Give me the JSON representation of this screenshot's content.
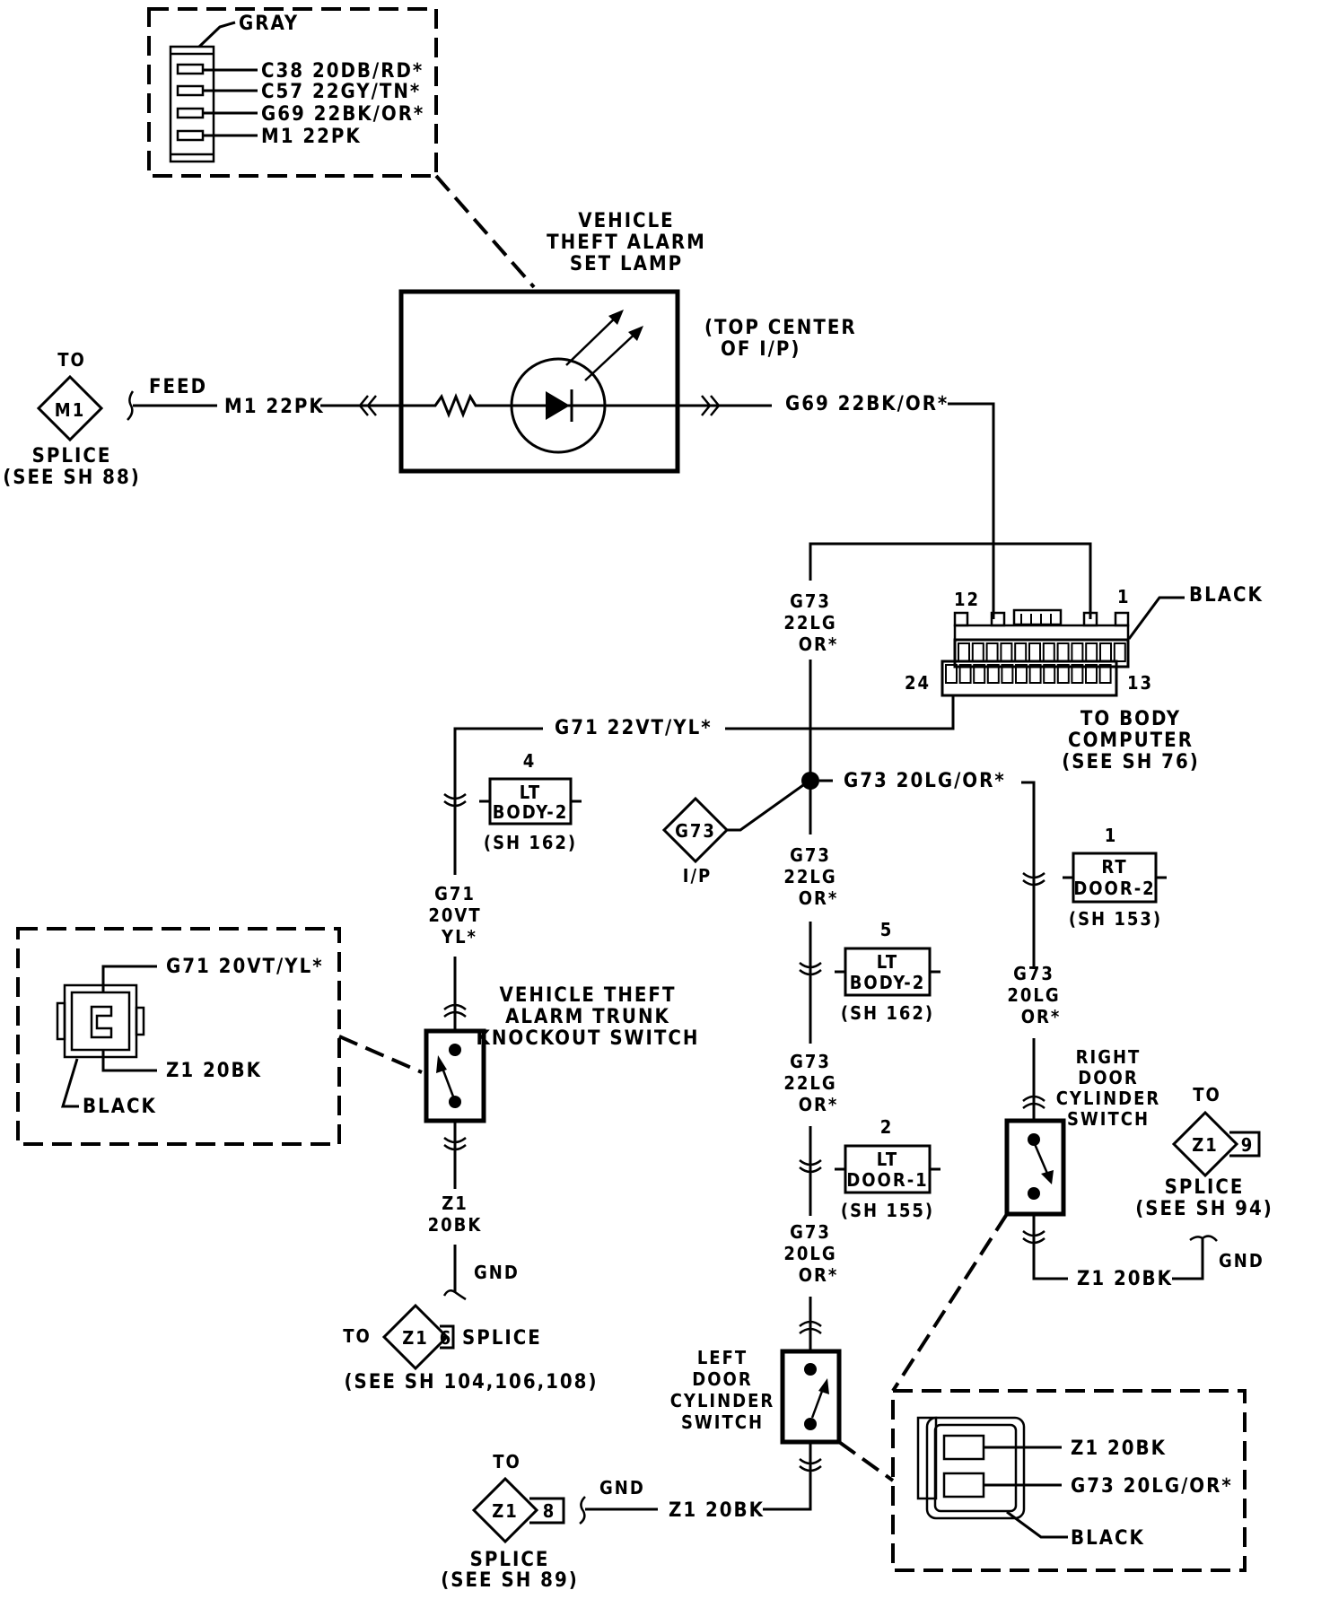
{
  "diagram": {
    "title": "Vehicle Theft Alarm Set Lamp / Cylinder Switch Wiring",
    "lamp": {
      "name_lines": [
        "VEHICLE",
        "THEFT ALARM",
        "SET LAMP"
      ],
      "location_lines": [
        "(TOP CENTER",
        "OF I/P)"
      ]
    },
    "lamp_connector": {
      "color": "GRAY",
      "pins": [
        "C38 20DB/RD*",
        "C57 22GY/TN*",
        "G69 22BK/OR*",
        "M1 22PK"
      ]
    },
    "feed": {
      "to_label": "TO",
      "splice_id": "M1",
      "splice_lines": [
        "SPLICE",
        "(SEE SH 88)"
      ],
      "feed_label": "FEED",
      "wire": "M1 22PK"
    },
    "g69_wire": "G69 22BK/OR*",
    "body_computer": {
      "connector_color": "BLACK",
      "pin_labels": {
        "p12": "12",
        "p1": "1",
        "p24": "24",
        "p13": "13"
      },
      "label_lines": [
        "TO BODY",
        "COMPUTER",
        "(SEE SH 76)"
      ]
    },
    "g73_top": [
      "G73",
      "22LG",
      "OR*"
    ],
    "g71_wire": "G71 22VT/YL*",
    "g73_branch_wire": "G73 20LG/OR*",
    "g73_ground": {
      "id": "G73",
      "label": "I/P"
    },
    "connectors": [
      {
        "num": "4",
        "lines": [
          "LT",
          "BODY-2"
        ],
        "sheet": "(SH 162)"
      },
      {
        "num": "5",
        "lines": [
          "LT",
          "BODY-2"
        ],
        "sheet": "(SH 162)"
      },
      {
        "num": "2",
        "lines": [
          "LT",
          "DOOR-1"
        ],
        "sheet": "(SH 155)"
      },
      {
        "num": "1",
        "lines": [
          "RT",
          "DOOR-2"
        ],
        "sheet": "(SH 153)"
      }
    ],
    "g71_lower": [
      "G71",
      "20VT",
      "YL*"
    ],
    "g73_mid1": [
      "G73",
      "22LG",
      "OR*"
    ],
    "g73_mid2": [
      "G73",
      "22LG",
      "OR*"
    ],
    "g73_low": [
      "G73",
      "20LG",
      "OR*"
    ],
    "g73_right": [
      "G73",
      "20LG",
      "OR*"
    ],
    "trunk_switch": {
      "name_lines": [
        "VEHICLE THEFT",
        "ALARM TRUNK",
        "KNOCKOUT SWITCH"
      ],
      "detail_pins": [
        "G71 20VT/YL*",
        "Z1 20BK"
      ],
      "detail_color": "BLACK",
      "ground_wire": [
        "Z1",
        "20BK"
      ],
      "gnd": "GND",
      "to_label": "TO",
      "splice_id": "Z1",
      "splice_num": "6",
      "splice_label": "SPLICE",
      "splice_sheet": "(SEE SH 104,106,108)"
    },
    "left_door_switch": {
      "name_lines": [
        "LEFT",
        "DOOR",
        "CYLINDER",
        "SWITCH"
      ],
      "ground_wire": "Z1 20BK",
      "gnd": "GND",
      "to_label": "TO",
      "splice_id": "Z1",
      "splice_num": "8",
      "splice_lines": [
        "SPLICE",
        "(SEE SH 89)"
      ]
    },
    "right_door_switch": {
      "name_lines": [
        "RIGHT",
        "DOOR",
        "CYLINDER",
        "SWITCH"
      ],
      "ground_wire": "Z1 20BK",
      "gnd": "GND",
      "to_label": "TO",
      "splice_id": "Z1",
      "splice_num": "9",
      "splice_lines": [
        "SPLICE",
        "(SEE SH 94)"
      ]
    },
    "door_switch_connector": {
      "pins": [
        "Z1 20BK",
        "G73 20LG/OR*"
      ],
      "color": "BLACK"
    }
  }
}
